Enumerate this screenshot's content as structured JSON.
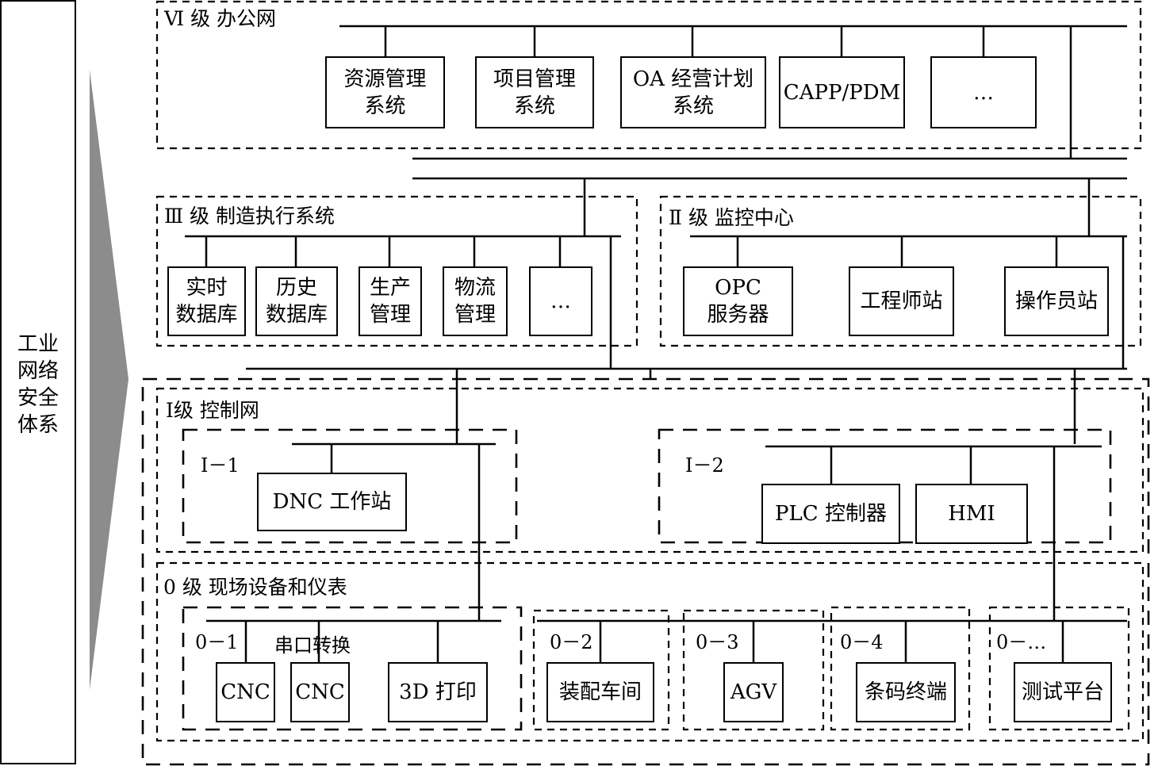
{
  "left_title": {
    "line1": "工业",
    "line2": "网络",
    "line3": "安全",
    "line4": "体系"
  },
  "level6": {
    "label": "Ⅵ 级  办公网",
    "boxes": [
      {
        "l1": "资源管理",
        "l2": "系统"
      },
      {
        "l1": "项目管理",
        "l2": "系统"
      },
      {
        "l1": "OA 经营计划",
        "l2": "系统"
      },
      {
        "l1": "CAPP/PDM",
        "l2": ""
      },
      {
        "l1": "…",
        "l2": ""
      }
    ]
  },
  "level3": {
    "label": "Ⅲ 级  制造执行系统",
    "boxes": [
      {
        "l1": "实时",
        "l2": "数据库"
      },
      {
        "l1": "历史",
        "l2": "数据库"
      },
      {
        "l1": "生产",
        "l2": "管理"
      },
      {
        "l1": "物流",
        "l2": "管理"
      },
      {
        "l1": "…",
        "l2": ""
      }
    ]
  },
  "level2": {
    "label": "Ⅱ 级  监控中心",
    "boxes": [
      {
        "l1": "OPC",
        "l2": "服务器"
      },
      {
        "l1": "工程师站",
        "l2": ""
      },
      {
        "l1": "操作员站",
        "l2": ""
      }
    ]
  },
  "level1": {
    "label": "Ⅰ级  控制网",
    "sub1": {
      "label": "Ⅰ－1",
      "box": "DNC 工作站"
    },
    "sub2": {
      "label": "Ⅰ－2",
      "box1": "PLC 控制器",
      "box2": "HMI"
    }
  },
  "level0": {
    "label": "0 级  现场设备和仪表",
    "z1": {
      "label": "0－1",
      "serial": "串口转换",
      "b1": "CNC",
      "b2": "CNC",
      "b3": "3D 打印"
    },
    "z2": {
      "label": "0－2",
      "b1": "装配车间"
    },
    "z3": {
      "label": "0－3",
      "b1": "AGV"
    },
    "z4": {
      "label": "0－4",
      "b1": "条码终端"
    },
    "z5": {
      "label": "0－…",
      "b1": "测试平台"
    }
  }
}
